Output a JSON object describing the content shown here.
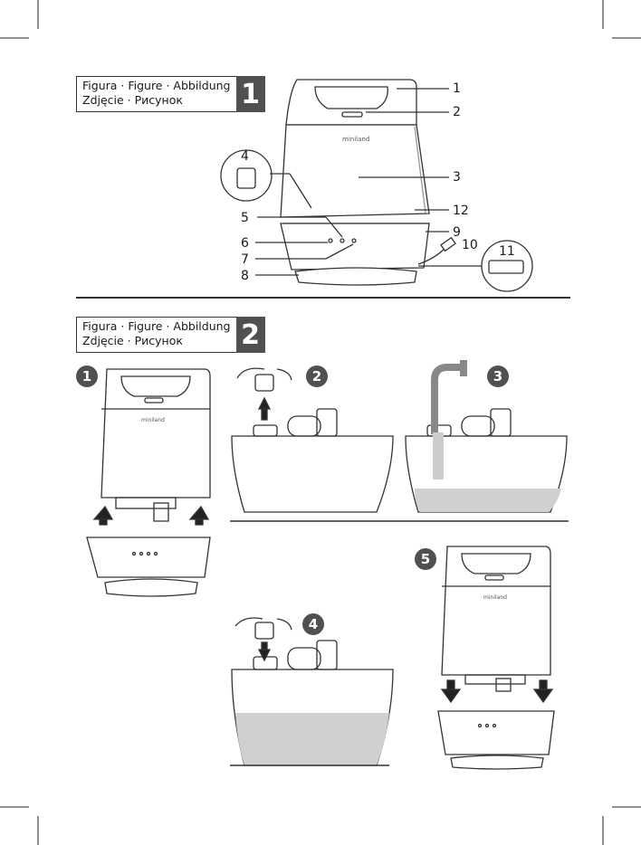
{
  "figures": [
    {
      "line1": "Figura · Figure · Abbildung",
      "line2": "Zdjęcie · Рисунок",
      "number": "1"
    },
    {
      "line1": "Figura · Figure · Abbildung",
      "line2": "Zdjęcie · Рисунок",
      "number": "2"
    }
  ],
  "callouts": [
    "1",
    "2",
    "3",
    "4",
    "5",
    "6",
    "7",
    "8",
    "9",
    "10",
    "11",
    "12"
  ],
  "brand": "miniland",
  "steps": [
    "1",
    "2",
    "3",
    "4",
    "5"
  ]
}
